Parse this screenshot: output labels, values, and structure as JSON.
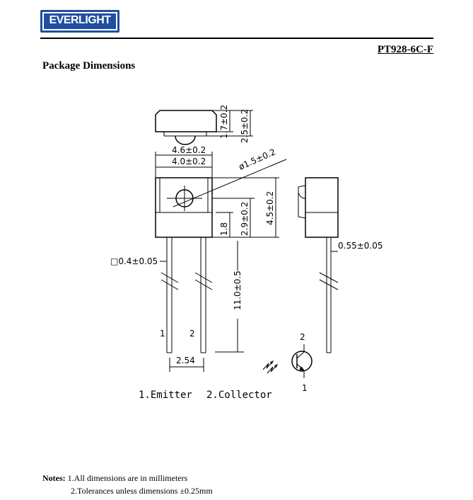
{
  "logo": {
    "text": "EVERLIGHT",
    "color": "#1f4fa0"
  },
  "header": {
    "part_number": "PT928-6C-F"
  },
  "section_title": "Package Dimensions",
  "dimensions": {
    "top_height": "1.7±0.2",
    "top_total": "2.5±0.2",
    "width_outer": "4.6±0.2",
    "width_inner": "4.0±0.2",
    "lens_diameter": "ø1.5±0.2",
    "body_height": "4.5±0.2",
    "lens_height": "2.9±0.2",
    "base_height": "1.8",
    "lead_thickness": "0.55±0.05",
    "lead_square": "□0.4±0.05",
    "lead_length": "11.0±0.5",
    "pitch": "2.54",
    "pin1": "1",
    "pin2": "2"
  },
  "legend": {
    "emitter": "1.Emitter",
    "collector": "2.Collector"
  },
  "notes": {
    "label": "Notes:",
    "items": [
      "1.All dimensions are in millimeters",
      "2.Tolerances unless dimensions ±0.25mm"
    ]
  }
}
